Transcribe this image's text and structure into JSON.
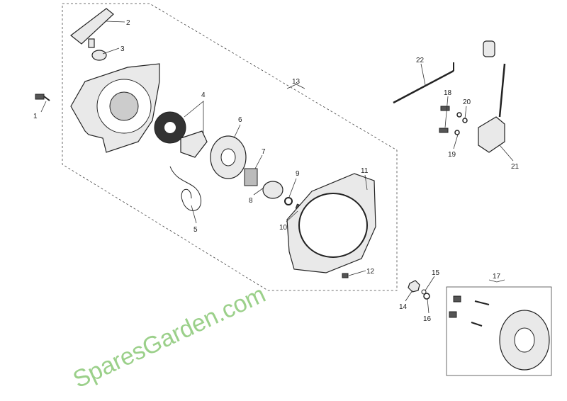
{
  "watermark": "SparesGarden.com",
  "callouts": {
    "c1": "1",
    "c2": "2",
    "c3": "3",
    "c4": "4",
    "c5": "5",
    "c6": "6",
    "c7": "7",
    "c8": "8",
    "c9": "9",
    "c10": "10",
    "c11": "11",
    "c12": "12",
    "c13": "13",
    "c14": "14",
    "c15": "15",
    "c16": "16",
    "c17": "17",
    "c18": "18",
    "c19": "19",
    "c20": "20",
    "c21": "21",
    "c22": "22"
  }
}
